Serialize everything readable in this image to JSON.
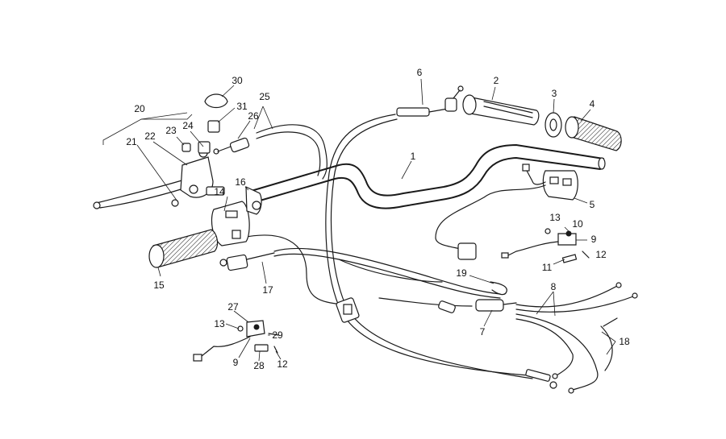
{
  "labels": [
    {
      "id": "30",
      "text": "30"
    },
    {
      "id": "25",
      "text": "25"
    },
    {
      "id": "31",
      "text": "31"
    },
    {
      "id": "26",
      "text": "26"
    },
    {
      "id": "20",
      "text": "20"
    },
    {
      "id": "23",
      "text": "23"
    },
    {
      "id": "24",
      "text": "24"
    },
    {
      "id": "22",
      "text": "22"
    },
    {
      "id": "21",
      "text": "21"
    },
    {
      "id": "16",
      "text": "16"
    },
    {
      "id": "14",
      "text": "14"
    },
    {
      "id": "15",
      "text": "15"
    },
    {
      "id": "17",
      "text": "17"
    },
    {
      "id": "6",
      "text": "6"
    },
    {
      "id": "2",
      "text": "2"
    },
    {
      "id": "3",
      "text": "3"
    },
    {
      "id": "4",
      "text": "4"
    },
    {
      "id": "1",
      "text": "1"
    },
    {
      "id": "5",
      "text": "5"
    },
    {
      "id": "13a",
      "text": "13"
    },
    {
      "id": "10",
      "text": "10"
    },
    {
      "id": "9a",
      "text": "9"
    },
    {
      "id": "11",
      "text": "11"
    },
    {
      "id": "12a",
      "text": "12"
    },
    {
      "id": "19",
      "text": "19"
    },
    {
      "id": "8",
      "text": "8"
    },
    {
      "id": "7",
      "text": "7"
    },
    {
      "id": "18",
      "text": "18"
    },
    {
      "id": "27",
      "text": "27"
    },
    {
      "id": "13b",
      "text": "13"
    },
    {
      "id": "29",
      "text": "29"
    },
    {
      "id": "9b",
      "text": "9"
    },
    {
      "id": "28",
      "text": "28"
    },
    {
      "id": "12b",
      "text": "12"
    }
  ]
}
